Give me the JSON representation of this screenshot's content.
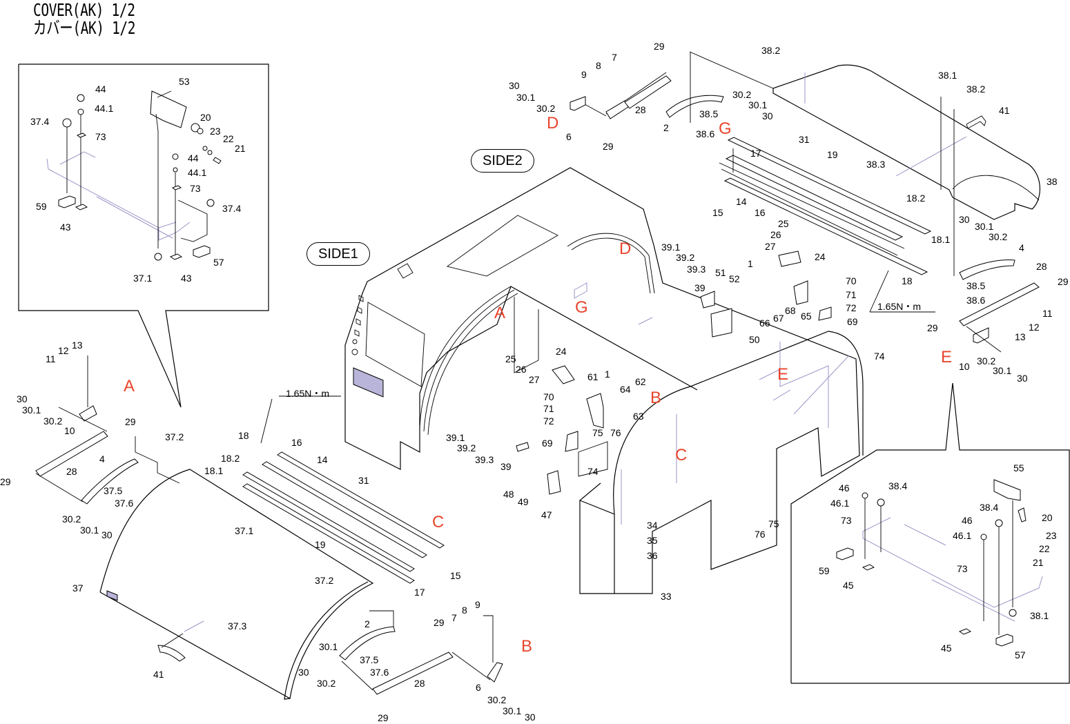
{
  "header": {
    "title_en": "COVER(AK) 1/2",
    "title_jp": "カバー(AK) 1/2"
  },
  "colors": {
    "reference_letter": "#e8452c",
    "hidden_line": "#9b96c8",
    "panel_fill": "#b9b4d9"
  },
  "views": {
    "side1": "SIDE1",
    "side2": "SIDE2"
  },
  "torque": {
    "left": "1.65N・m",
    "right": "1.65N・m"
  },
  "reference_letters": {
    "A_left": "A",
    "A_body": "A",
    "B_lower": "B",
    "B_body": "B",
    "C_rail": "C",
    "C_body": "C",
    "D_top": "D",
    "D_body": "D",
    "E_right": "E",
    "E_body": "E",
    "G_top": "G",
    "G_body": "G"
  },
  "detail_left": {
    "labels": [
      "53",
      "44",
      "44.1",
      "37.4",
      "73",
      "20",
      "23",
      "22",
      "21",
      "44",
      "44.1",
      "73",
      "37.4",
      "59",
      "43",
      "57",
      "37.1",
      "43"
    ]
  },
  "top_hinge": {
    "labels": [
      "29",
      "8",
      "7",
      "9",
      "30",
      "30.1",
      "30.2",
      "D",
      "6",
      "28",
      "29",
      "2",
      "30.2",
      "38.5",
      "30.1",
      "30",
      "38.6",
      "G"
    ]
  },
  "top_cover": {
    "labels": [
      "38.2",
      "38.1",
      "38.2",
      "41",
      "38.3",
      "38",
      "31",
      "19",
      "17",
      "15",
      "14",
      "16",
      "18.2",
      "18.1",
      "30",
      "30.1",
      "30.2",
      "4"
    ]
  },
  "right_hinge": {
    "labels": [
      "28",
      "29",
      "38.5",
      "38.6",
      "11",
      "12",
      "29",
      "13",
      "10",
      "30.2",
      "30.1",
      "30",
      "18",
      "74"
    ]
  },
  "body_mid": {
    "labels": [
      "25",
      "26",
      "27",
      "24",
      "1",
      "39.1",
      "39.2",
      "39.3",
      "51",
      "52",
      "39",
      "66",
      "67",
      "68",
      "65",
      "70",
      "71",
      "72",
      "69",
      "50"
    ]
  },
  "body_lower": {
    "labels": [
      "25",
      "26",
      "27",
      "24",
      "61",
      "1",
      "62",
      "64",
      "63",
      "70",
      "71",
      "72",
      "69",
      "75",
      "76",
      "39.1",
      "39.2",
      "39.3",
      "39",
      "74",
      "48",
      "49",
      "47",
      "34",
      "35",
      "36",
      "33",
      "75",
      "76"
    ]
  },
  "left_hinge": {
    "labels": [
      "11",
      "12",
      "13",
      "30",
      "30.1",
      "30.2",
      "10",
      "29",
      "29",
      "28",
      "4",
      "37.5",
      "37.6",
      "30.2",
      "30.1",
      "30",
      "37.2"
    ]
  },
  "left_rails": {
    "labels": [
      "18",
      "18.2",
      "18.1",
      "16",
      "14",
      "31",
      "37.1",
      "19",
      "15",
      "17",
      "37.2"
    ]
  },
  "left_cover": {
    "labels": [
      "37",
      "37.3",
      "41",
      "2",
      "30.1",
      "37.5",
      "37.6",
      "30",
      "30.2",
      "29",
      "7",
      "8",
      "9",
      "28",
      "6",
      "29",
      "30.2",
      "30.1",
      "30"
    ]
  },
  "detail_right": {
    "labels": [
      "46",
      "38.4",
      "46.1",
      "73",
      "55",
      "38.4",
      "46",
      "20",
      "46.1",
      "23",
      "22",
      "21",
      "59",
      "73",
      "45",
      "38.1",
      "45",
      "57"
    ]
  }
}
